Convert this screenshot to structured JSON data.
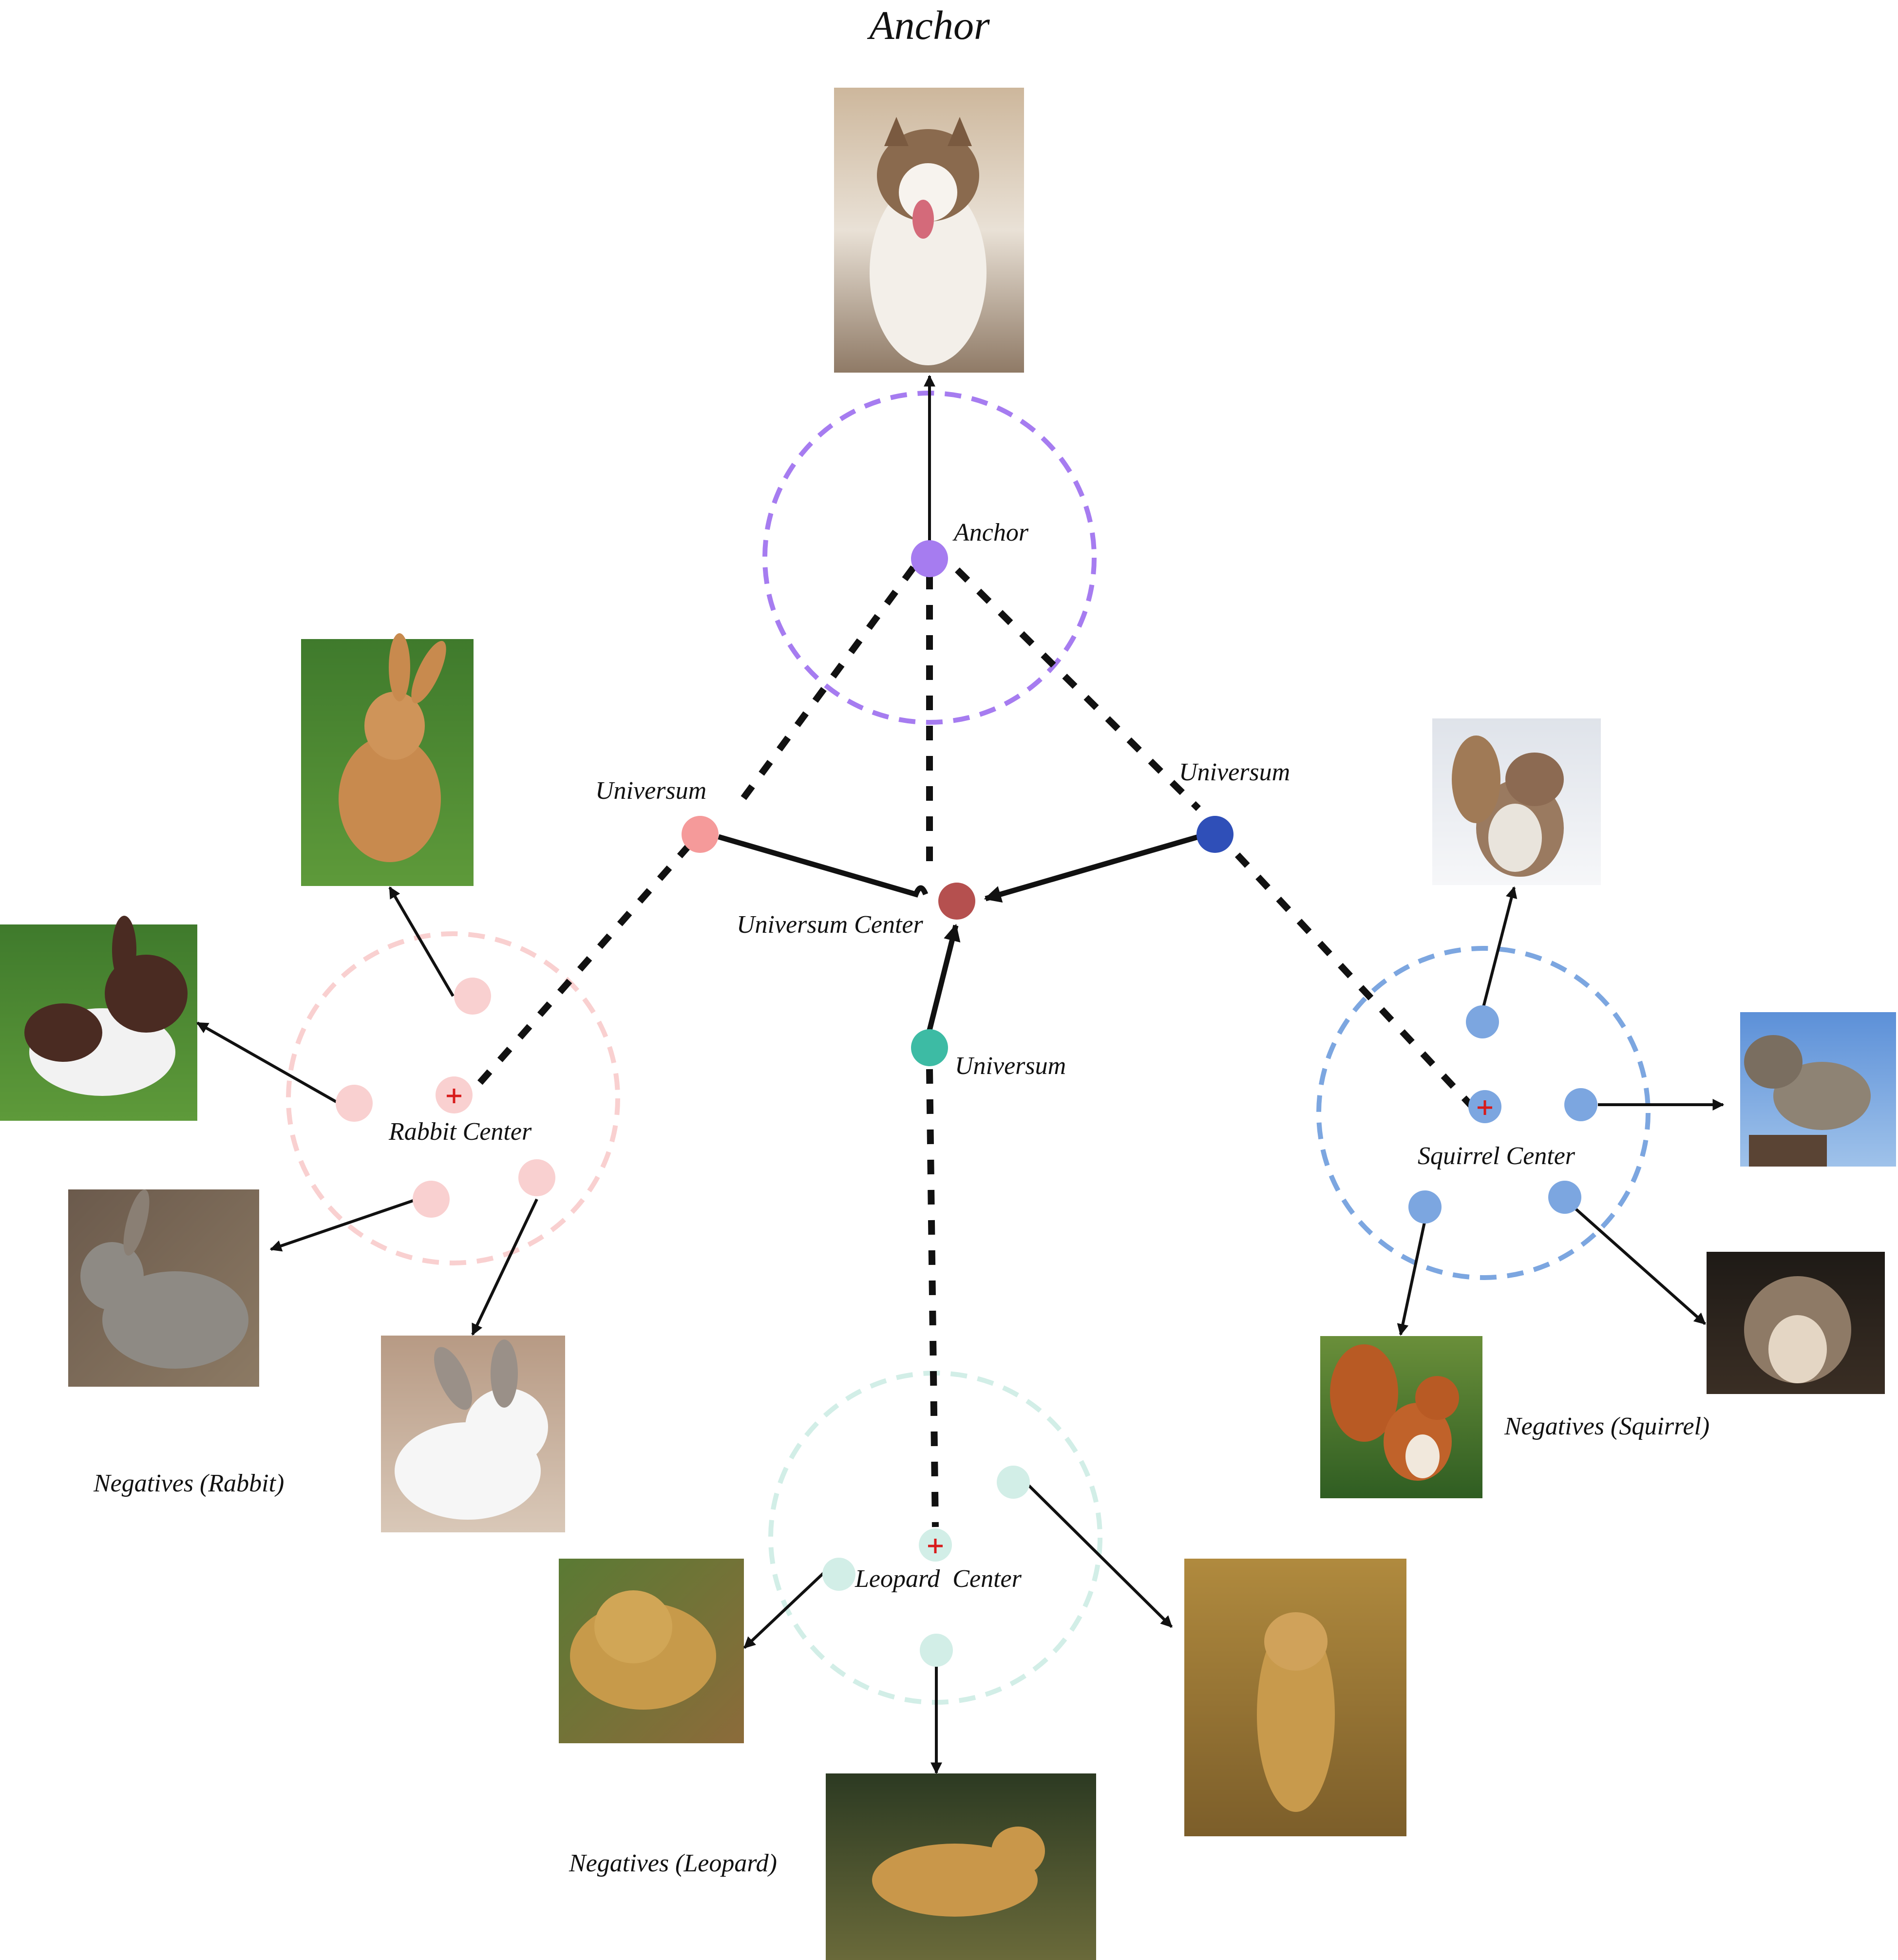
{
  "title": "Anchor",
  "labels": {
    "anchor": "Anchor",
    "universum_left": "Universum",
    "universum_right": "Universum",
    "universum_bottom": "Universum",
    "universum_center": "Universum Center",
    "rabbit_center": "Rabbit Center",
    "squirrel_center": "Squirrel Center",
    "leopard_center": "Leopard  Center",
    "neg_rabbit": "Negatives (Rabbit)",
    "neg_squirrel": "Negatives (Squirrel)",
    "neg_leopard": "Negatives (Leopard)"
  },
  "colors": {
    "anchor": "#a67cf0",
    "universum_pink": "#f59a9a",
    "universum_blue": "#2f4fb8",
    "universum_teal": "#3dbba4",
    "universum_center": "#b5504f",
    "rabbit": "#f9d0d0",
    "squirrel": "#7ca6e0",
    "leopard": "#d2eee7",
    "center_plus": "#d81b1b",
    "line": "#111111"
  },
  "photos": {
    "anchor_dog": "husky-dog-photo",
    "rabbit": [
      "rabbit-orange-photo",
      "rabbit-brown-white-photo",
      "rabbit-gray-photo",
      "rabbit-white-photo"
    ],
    "squirrel": [
      "squirrel-winter-photo",
      "squirrel-gray-photo",
      "squirrel-red-photo",
      "squirrel-front-photo"
    ],
    "leopard": [
      "leopard-crouching-photo",
      "leopard-walking-photo",
      "leopard-grass-photo"
    ]
  }
}
